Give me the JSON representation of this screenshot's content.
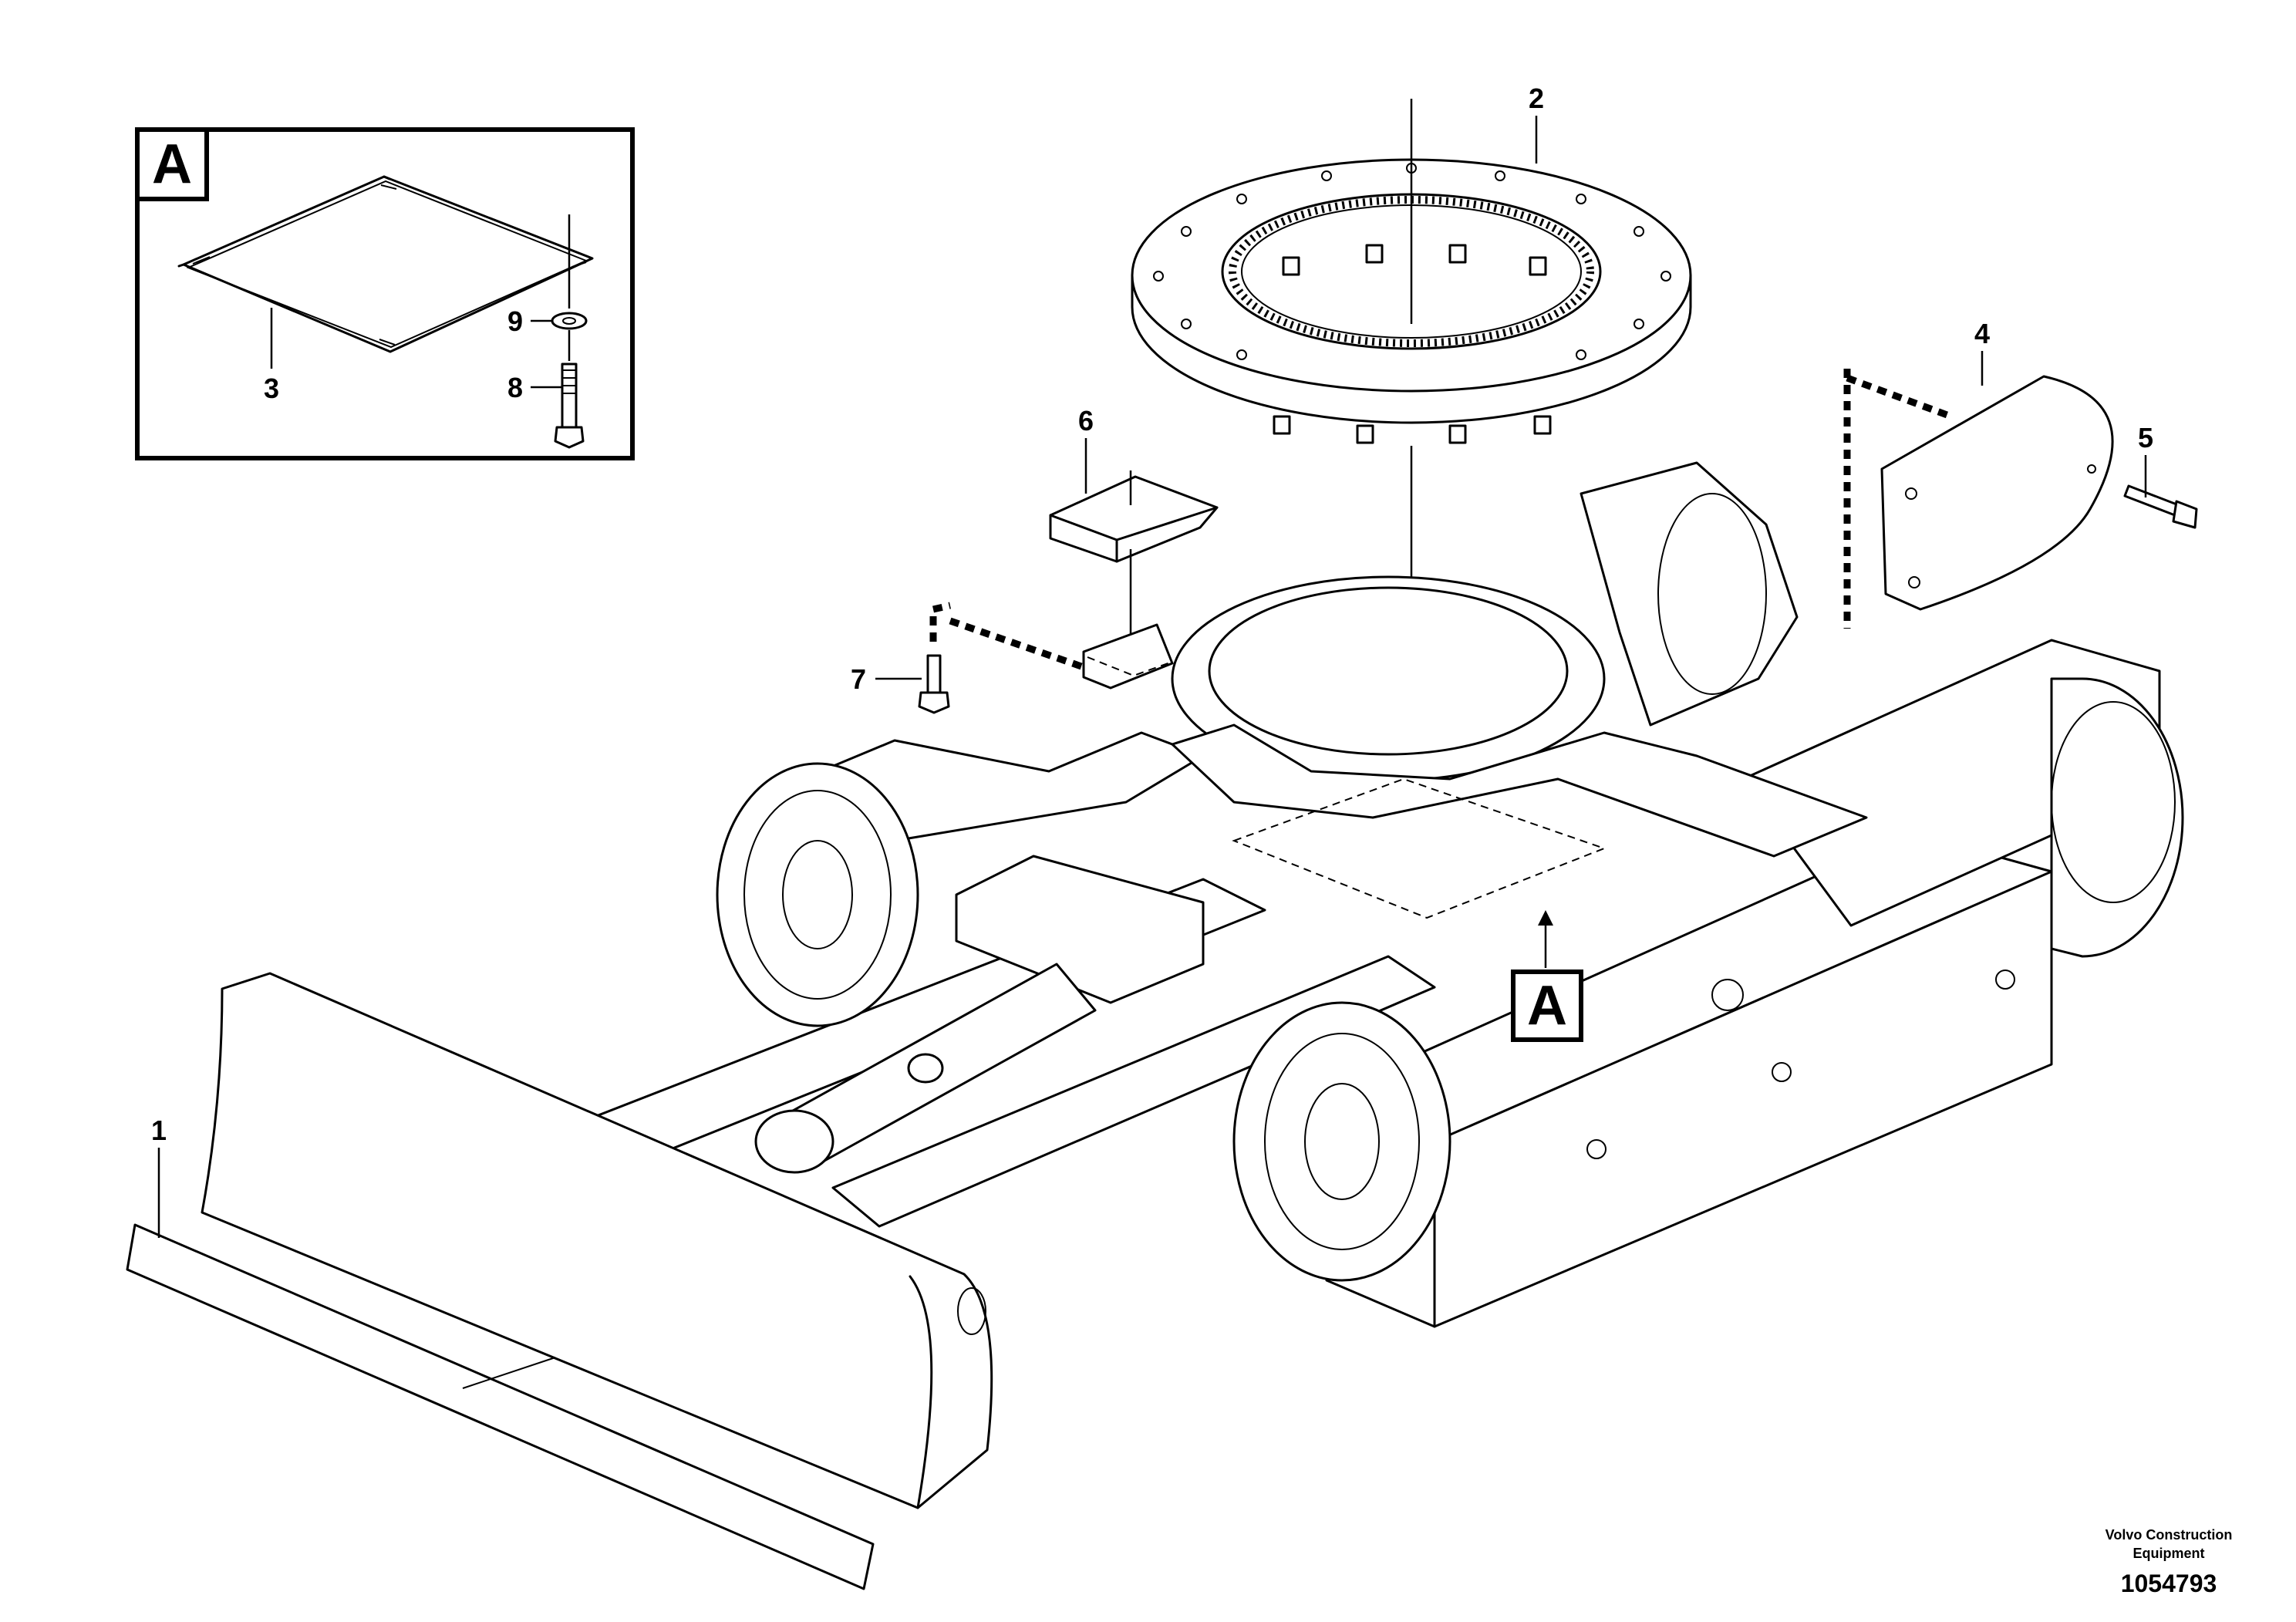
{
  "detail_view": {
    "label": "A"
  },
  "section_marker": {
    "label": "A"
  },
  "callouts": {
    "blade": "1",
    "slewing_ring": "2",
    "plate": "3",
    "cover": "4",
    "cover_screw": "5",
    "pad": "6",
    "pad_screw": "7",
    "plate_screw": "8",
    "washer": "9"
  },
  "footer": {
    "brand_line1": "Volvo Construction",
    "brand_line2": "Equipment",
    "doc_number": "1054793"
  }
}
